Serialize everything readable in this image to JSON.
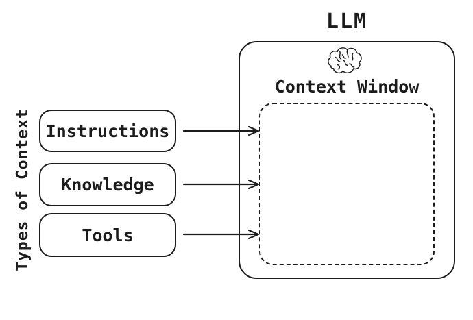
{
  "diagram": {
    "side_label": "Types of Context",
    "context_boxes": [
      {
        "label": "Instructions"
      },
      {
        "label": "Knowledge"
      },
      {
        "label": "Tools"
      }
    ],
    "llm": {
      "title": "LLM",
      "icon": "brain-icon",
      "context_window_label": "Context Window"
    },
    "arrows": [
      {
        "from": "Instructions",
        "to": "Context Window"
      },
      {
        "from": "Knowledge",
        "to": "Context Window"
      },
      {
        "from": "Tools",
        "to": "Context Window"
      }
    ],
    "colors": {
      "stroke": "#1c1c1c",
      "background": "#ffffff"
    }
  }
}
